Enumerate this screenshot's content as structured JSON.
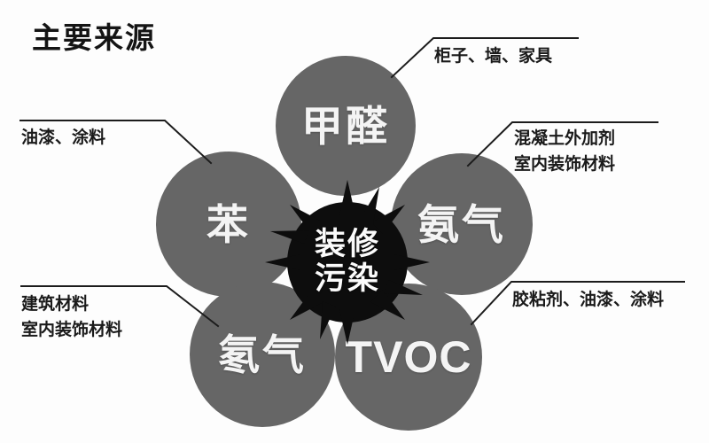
{
  "title": "主要来源",
  "colors": {
    "background": "#fdfdfd",
    "petal": "#666666",
    "center": "#0d0d0d",
    "text_dark": "#1a1a1a",
    "text_light": "#f4f4f4"
  },
  "center": {
    "name": "center-burst",
    "line1": "装修",
    "line2": "污染"
  },
  "petals": [
    {
      "id": "formaldehyde",
      "label": "甲醛",
      "script": "cn"
    },
    {
      "id": "benzene",
      "label": "苯",
      "script": "cn"
    },
    {
      "id": "ammonia",
      "label": "氨气",
      "script": "cn"
    },
    {
      "id": "radon",
      "label": "氡气",
      "script": "cn"
    },
    {
      "id": "tvoc",
      "label": "TVOC",
      "script": "latin"
    }
  ],
  "callouts": [
    {
      "id": "paint",
      "target": "benzene",
      "lines": [
        "油漆、涂料"
      ]
    },
    {
      "id": "cabinet",
      "target": "formaldehyde",
      "lines": [
        "柜子、墙、家具"
      ]
    },
    {
      "id": "concrete",
      "target": "ammonia",
      "lines": [
        "混凝土外加剂",
        "室内装饰材料"
      ]
    },
    {
      "id": "building",
      "target": "radon",
      "lines": [
        "建筑材料",
        "室内装饰材料"
      ]
    },
    {
      "id": "adhesive",
      "target": "tvoc",
      "lines": [
        "胶粘剂、油漆、涂料"
      ]
    }
  ]
}
